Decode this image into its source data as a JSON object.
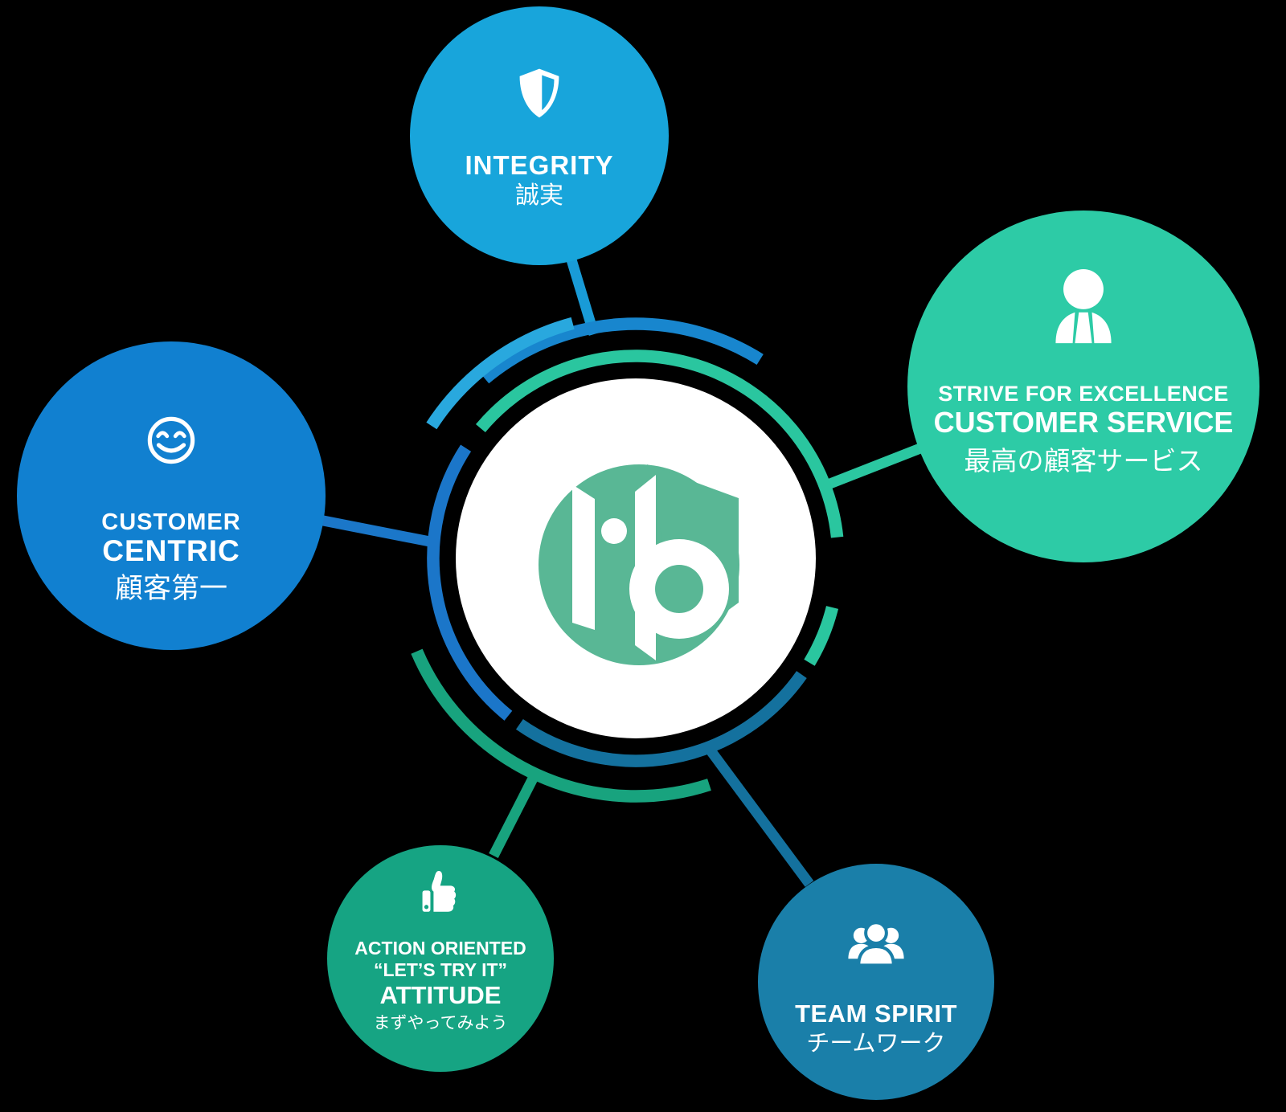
{
  "nodes": {
    "integrity": {
      "line1": "INTEGRITY",
      "jp": "誠実",
      "icon": "shield-half-icon",
      "color": "#18A5DB"
    },
    "strive": {
      "line1": "STRIVE FOR EXCELLENCE",
      "line2": "CUSTOMER SERVICE",
      "jp": "最高の顧客サービス",
      "icon": "businessperson-icon",
      "color": "#2DCBA6"
    },
    "customer": {
      "line1": "CUSTOMER",
      "line2": "CENTRIC",
      "jp": "顧客第一",
      "icon": "smiley-face-icon",
      "color": "#1180D0"
    },
    "action": {
      "line1": "ACTION ORIENTED",
      "line2": "“LET’S TRY IT”",
      "line3": "ATTITUDE",
      "jp": "まずやってみよう",
      "icon": "thumbs-up-icon",
      "color": "#16A483"
    },
    "team": {
      "line1": "TEAM SPIRIT",
      "jp": "チームワーク",
      "icon": "team-group-icon",
      "color": "#1A7FA9"
    }
  },
  "ring": {
    "center_fill": "#FFFFFF",
    "logo_green": "#59B795",
    "arc_colors": {
      "inner_green": "#2AC69F",
      "inner_blue": "#1B76C9",
      "inner_steel": "#14719E",
      "outer_blue": "#1886CE",
      "outer_cyan": "#29A8DE",
      "outer_dark_green": "#18A37E"
    }
  },
  "connectors": {
    "top": "#199BD7",
    "right": "#2BC7A1",
    "left": "#1B77C9",
    "bottom_left": "#18A37E",
    "bottom_right": "#14719E"
  },
  "background": "#000000"
}
